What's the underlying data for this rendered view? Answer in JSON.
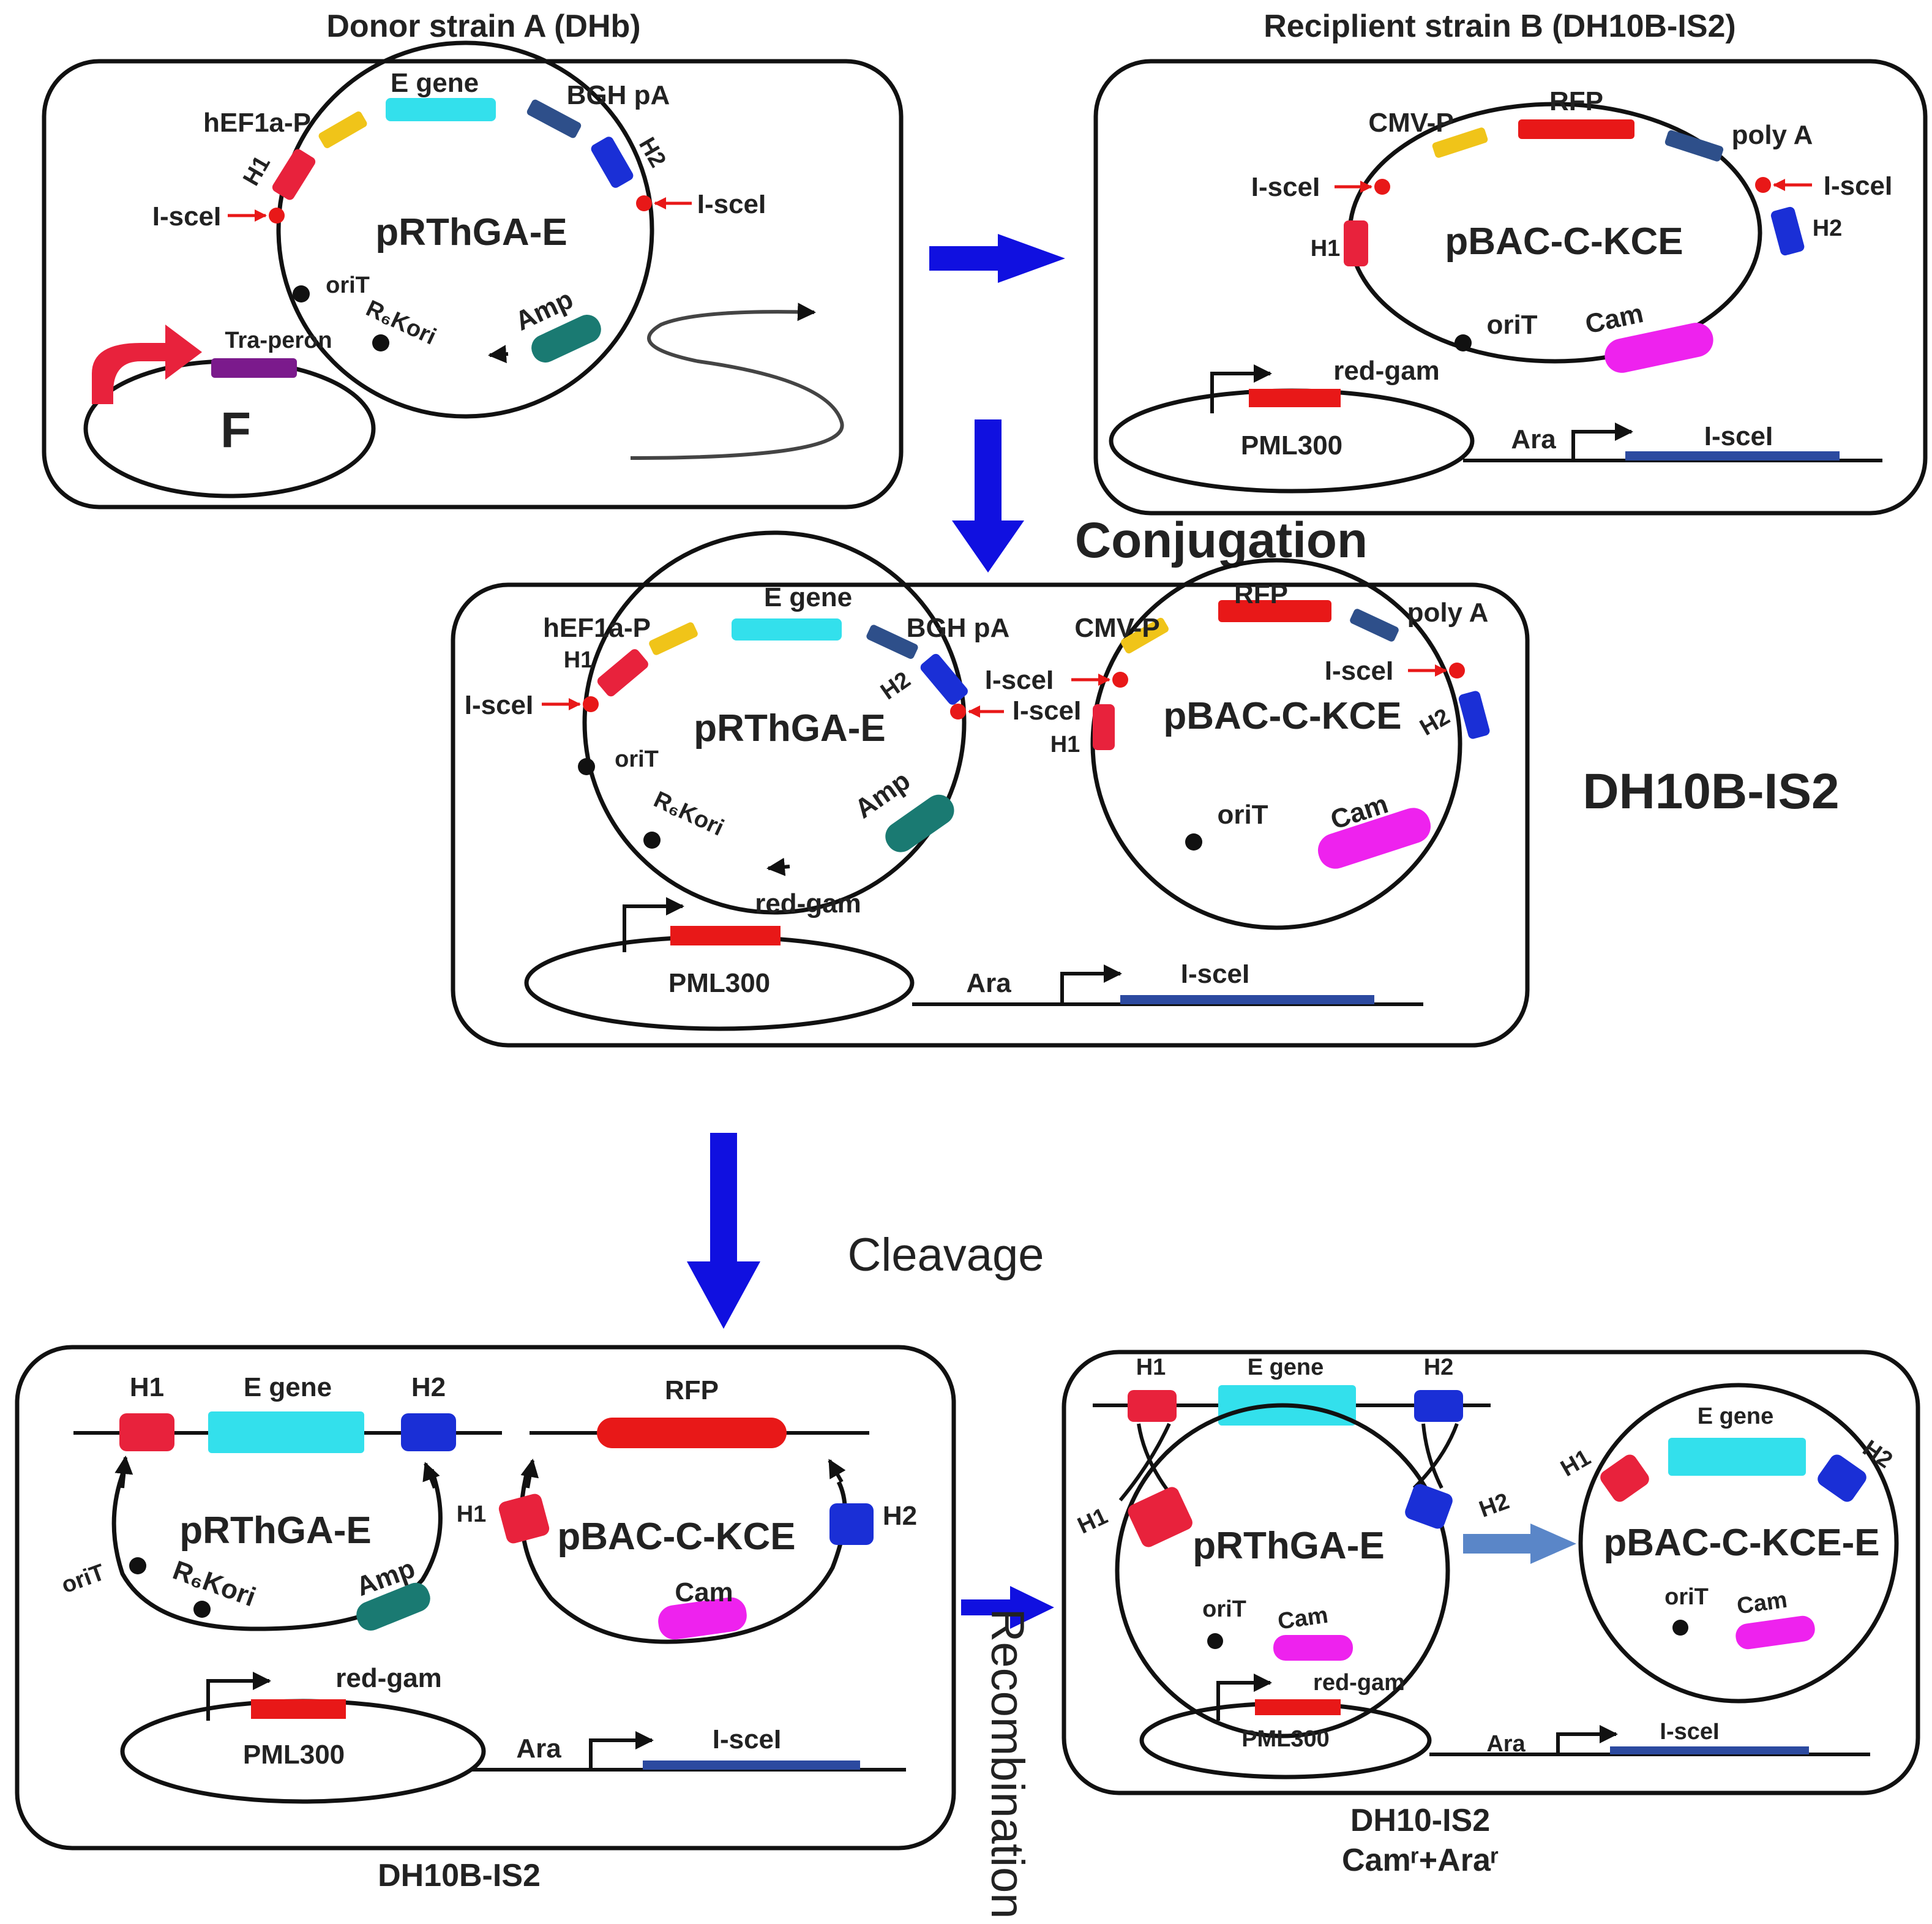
{
  "colors": {
    "h1": "#e8223c",
    "h2": "#1a2fd6",
    "e_gene": "#33e0ec",
    "promoter": "#f0c419",
    "polyA": "#2e4f8a",
    "rfp": "#e81818",
    "amp": "#1a7a72",
    "cam": "#ee22ee",
    "tra": "#7b1a8c",
    "red_gam": "#e81818",
    "isce_bar": "#2c4aa0",
    "site": "#e81818",
    "arrow": "#1010e0",
    "arrow_light": "#5a86c8"
  },
  "labels": {
    "donor_title": "Donor strain A (DHb)",
    "recipient_title": "Reciplient strain B (DH10B-IS2)",
    "p_rthga": "pRThGA-E",
    "p_bac": "pBAC-C-KCE",
    "p_bac_e": "pBAC-C-KCE-E",
    "e_gene": "E gene",
    "hef1a": "hEF1a-P",
    "bgh": "BGH pA",
    "h1": "H1",
    "h2": "H2",
    "isce": "I-sceI",
    "orit": "oriT",
    "r6kori": "R₆Kori",
    "amp": "Amp",
    "cam": "Cam",
    "tra": "Tra-peron",
    "f": "F",
    "cmv": "CMV-P",
    "rfp": "RFP",
    "polya": "poly A",
    "red_gam": "red-gam",
    "pml300": "PML300",
    "ara": "Ara",
    "conjugation": "Conjugation",
    "dh10b": "DH10B-IS2",
    "cleavage": "Cleavage",
    "recombination": "Recombination",
    "dh10b_bottom": "DH10B-IS2",
    "dh10_is2": "DH10-IS2",
    "cam_ara": "Camʳ+Araʳ"
  }
}
